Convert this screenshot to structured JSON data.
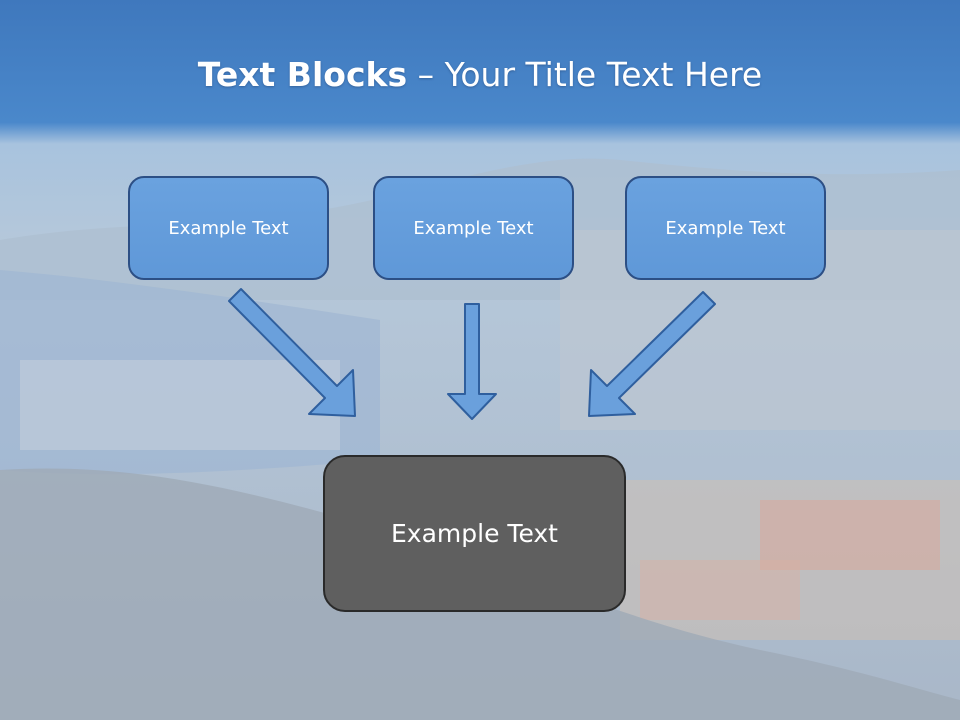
{
  "slide": {
    "title_bold": "Text Blocks",
    "title_sep": " – ",
    "title_rest": "Your Title Text Here",
    "boxes": [
      {
        "label": "Example Text"
      },
      {
        "label": "Example Text"
      },
      {
        "label": "Example Text"
      }
    ],
    "result_box": {
      "label": "Example Text"
    }
  },
  "colors": {
    "header_blue": "#4a86c8",
    "box_fill": "#659ddc",
    "box_border": "#2c4f85",
    "arrow_fill": "#6aa0dc",
    "result_fill": "#5f5f5f"
  }
}
